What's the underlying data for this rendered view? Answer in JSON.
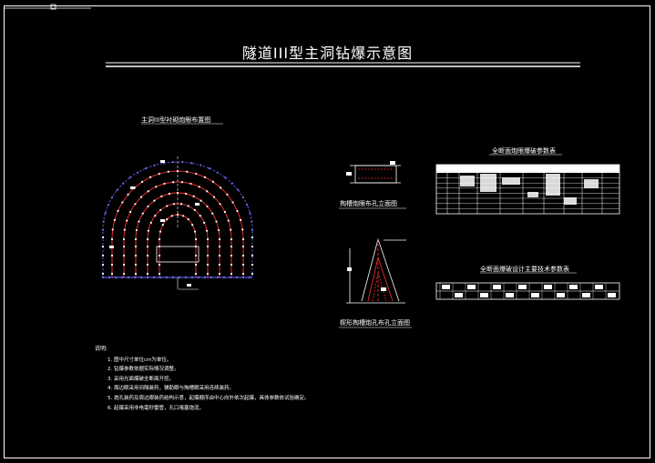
{
  "title": "隧道III型主洞钻爆示意图",
  "tunnel_section_label": "主洞III型衬砌炮眼布置图",
  "side_view_label": "掏槽炮眼布孔立面图",
  "cut_view_label": "楔形掏槽炮孔布孔立面图",
  "table1_title": "全断面炮眼爆破参数表",
  "table2_title": "全断面爆破设计主要技术参数表",
  "notes": {
    "heading": "说明:",
    "items": [
      "1. 图中尺寸单位cm为单位。",
      "2. 钻爆参数依据实际情况调整。",
      "3. 采用光面爆破全断面开挖。",
      "4. 周边眼采用间隔装药，辅助眼与掏槽眼采用连续装药。",
      "5. 炮孔装药及周边眼装药结构示意，起爆顺序由中心向外依次起爆，具体参数依试验确定。",
      "6. 起爆采用非电毫秒雷管，孔口堵塞炮泥。"
    ]
  },
  "colors": {
    "background": "#000000",
    "line": "#ffffff",
    "contour_red": "#ff3030",
    "perimeter_blue": "#6a6aff"
  }
}
